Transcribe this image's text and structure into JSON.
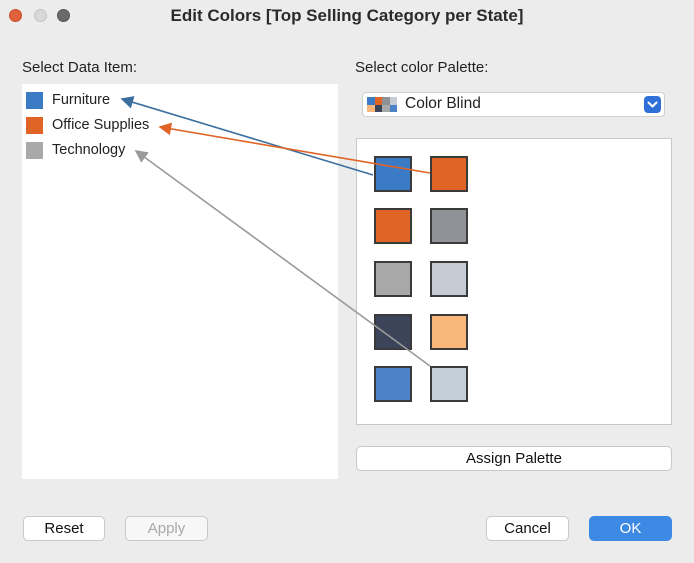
{
  "window": {
    "title": "Edit Colors [Top Selling Category per State]"
  },
  "left_panel": {
    "heading": "Select Data Item:",
    "items": [
      {
        "label": "Furniture",
        "color": "#3b7bc6"
      },
      {
        "label": "Office Supplies",
        "color": "#e06426"
      },
      {
        "label": "Technology",
        "color": "#a9a9a9"
      }
    ]
  },
  "right_panel": {
    "heading": "Select color Palette:",
    "palette": {
      "selected": "Color Blind",
      "icon": "color-blind-palette-icon"
    },
    "swatches": [
      "#3b7bc6",
      "#e06426",
      "#e06426",
      "#8f9296",
      "#a8a8a8",
      "#c6ccd3",
      "#3b4458",
      "#f9b77c",
      "#4d82c9",
      "#c5cfd7"
    ],
    "assign_label": "Assign Palette"
  },
  "buttons": {
    "reset": "Reset",
    "apply": "Apply",
    "cancel": "Cancel",
    "ok": "OK"
  },
  "colors": {
    "accent": "#3d8ae5",
    "arrow_blue": "#3c6e9e",
    "arrow_orange": "#e06426",
    "arrow_gray": "#9a9a9a"
  }
}
